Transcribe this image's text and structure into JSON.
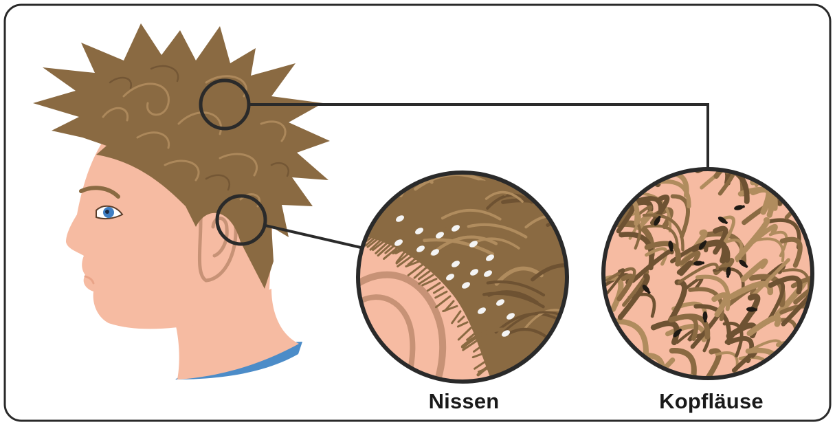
{
  "labels": {
    "nits": "Nissen",
    "lice": "Kopfläuse"
  },
  "colors": {
    "frame": "#2a2a2a",
    "hair": "#8a6a42",
    "hair_dark": "#6e5232",
    "hair_light": "#b08c5e",
    "skin": "#f6bba2",
    "skin_shade": "#e9a488",
    "ear_line": "#c79276",
    "shirt": "#4c8cc8",
    "eye": "#3f7fc4",
    "nit": "#f4f4f4",
    "louse": "#1f1a14"
  },
  "icons": {
    "nits_magnifier": "magnifier-circle",
    "lice_magnifier": "magnifier-circle"
  }
}
